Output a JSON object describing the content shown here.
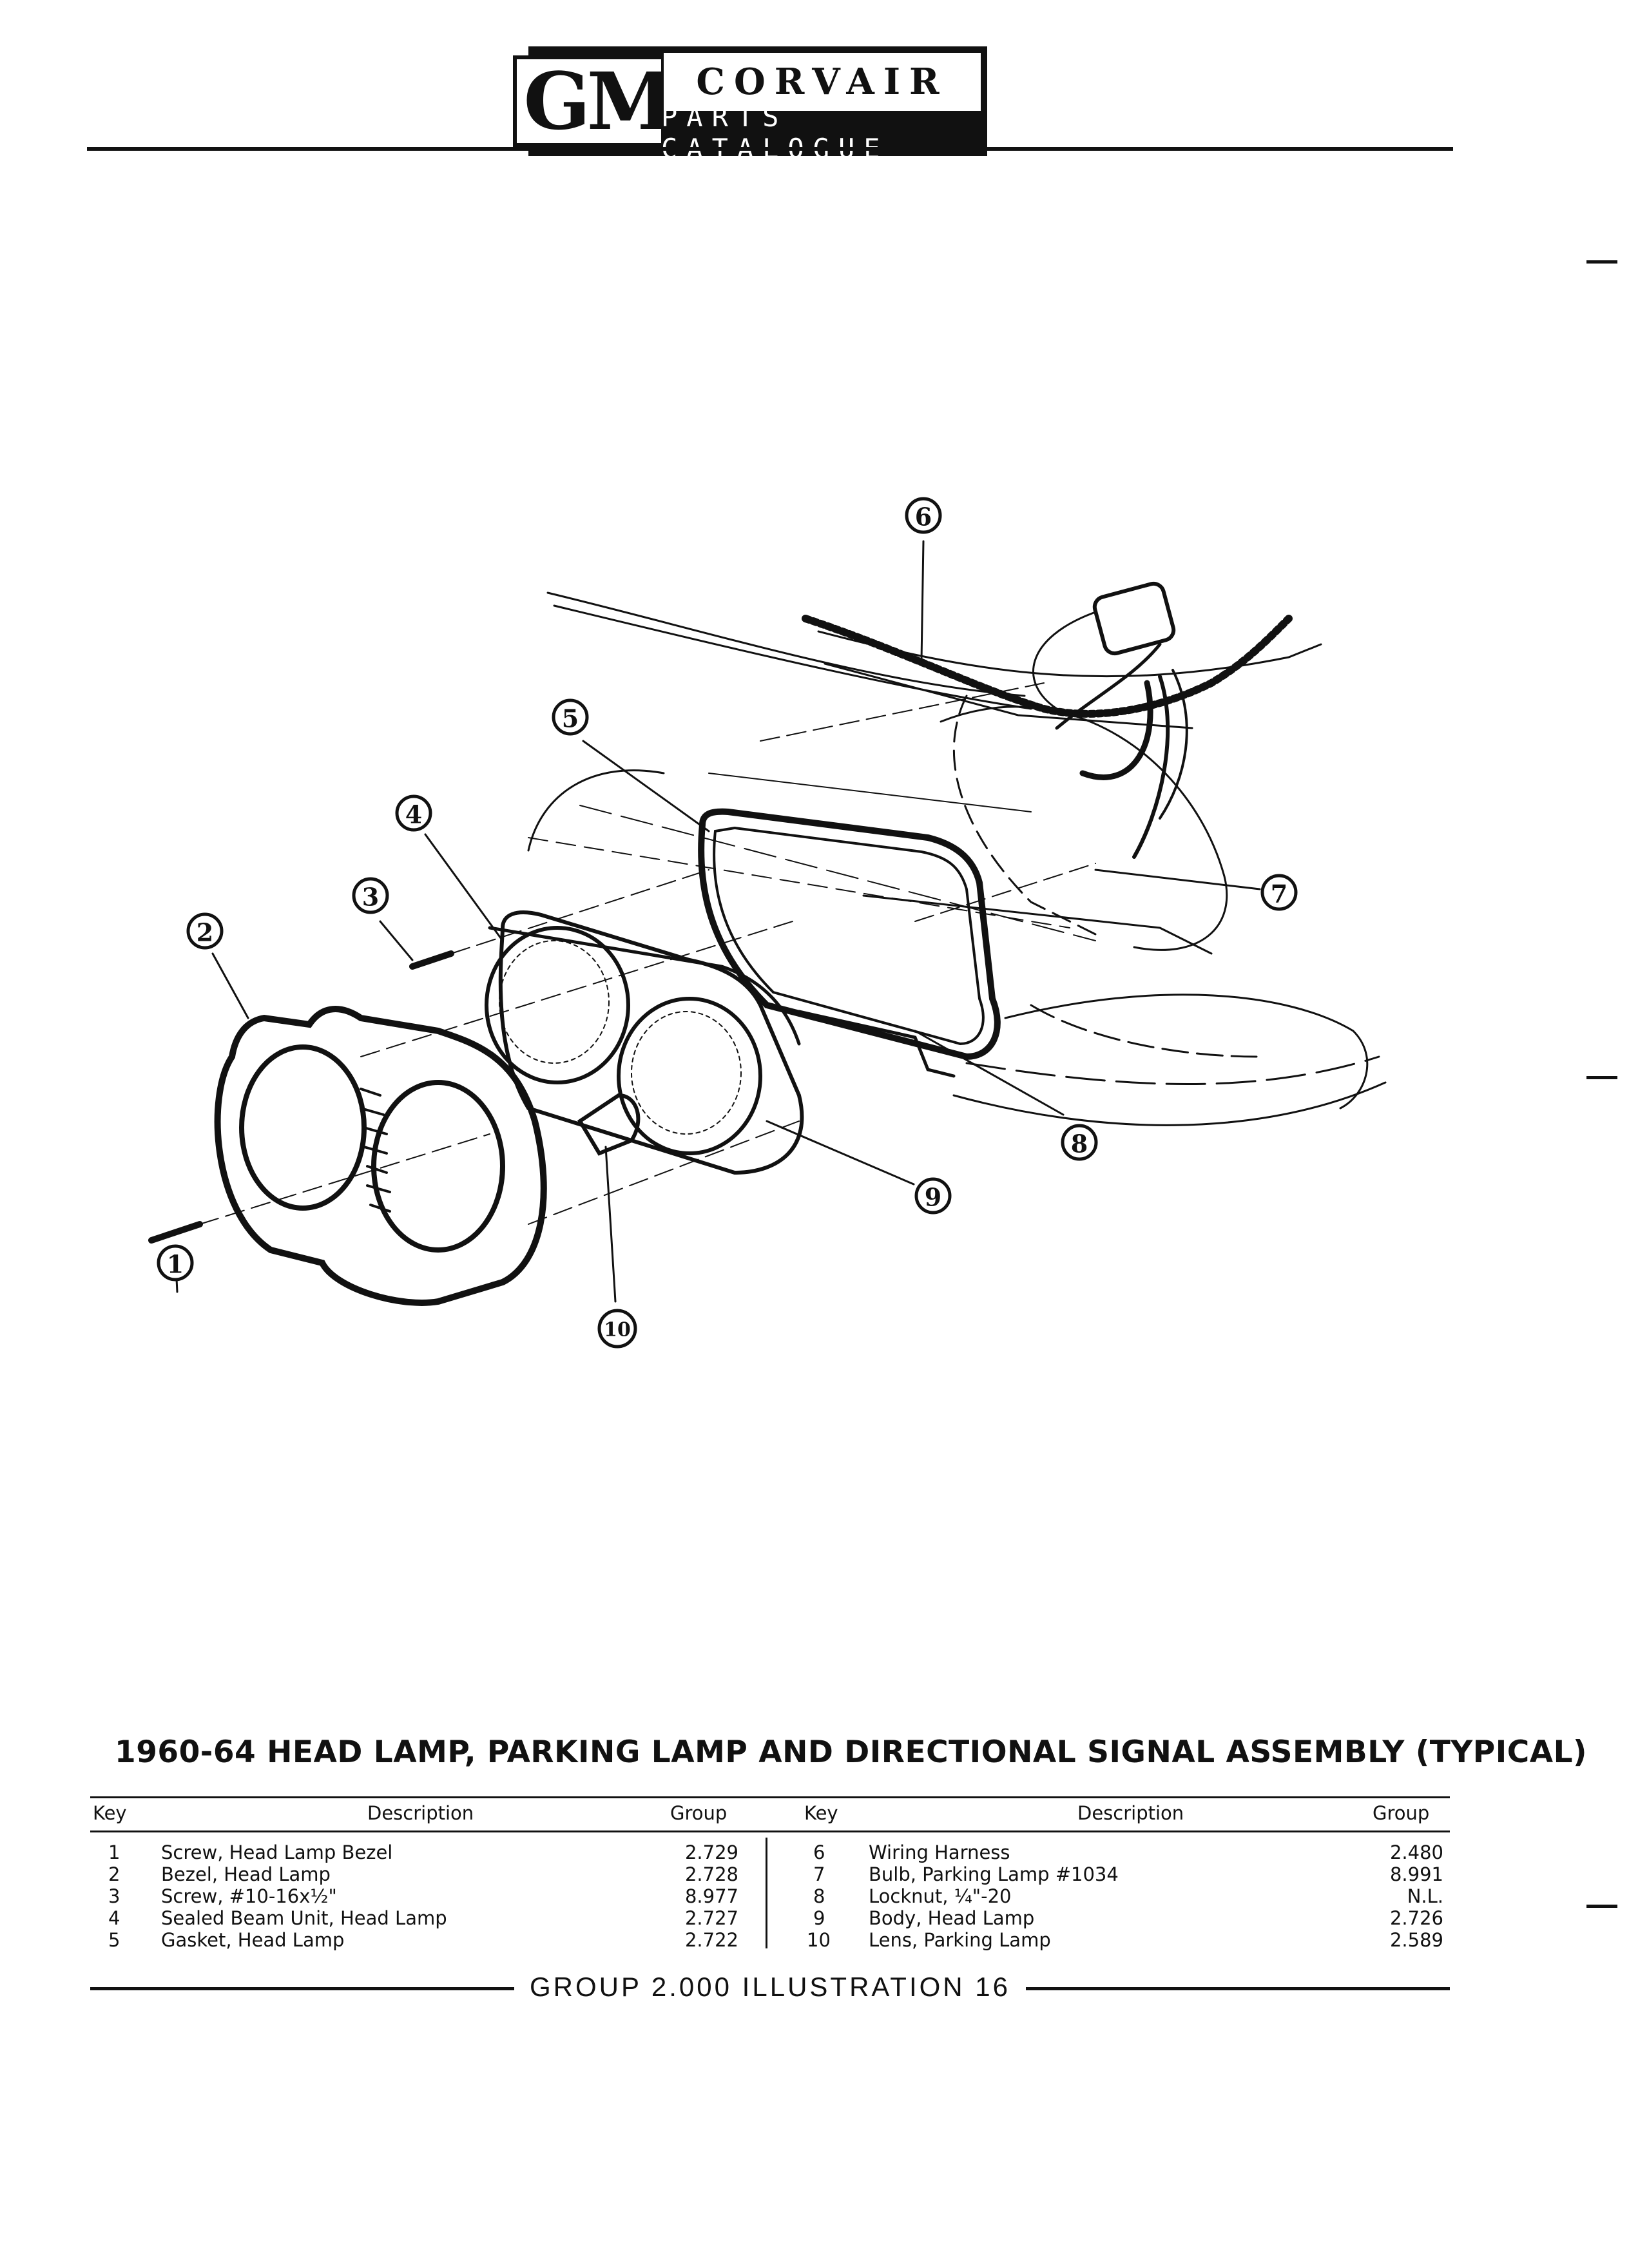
{
  "header": {
    "logo": "GM",
    "brand": "CORVAIR",
    "subtitle": "PARTS CATALOGUE"
  },
  "diagram": {
    "callouts": [
      "1",
      "2",
      "3",
      "4",
      "5",
      "6",
      "7",
      "8",
      "9",
      "10"
    ]
  },
  "title": "1960-64 HEAD LAMP, PARKING LAMP AND DIRECTIONAL SIGNAL ASSEMBLY (TYPICAL)",
  "table": {
    "headers": {
      "key": "Key",
      "description": "Description",
      "group": "Group"
    },
    "left": [
      {
        "key": "1",
        "description": "Screw, Head Lamp Bezel",
        "group": "2.729"
      },
      {
        "key": "2",
        "description": "Bezel, Head Lamp",
        "group": "2.728"
      },
      {
        "key": "3",
        "description": "Screw, #10-16x½\"",
        "group": "8.977"
      },
      {
        "key": "4",
        "description": "Sealed Beam Unit, Head Lamp",
        "group": "2.727"
      },
      {
        "key": "5",
        "description": "Gasket, Head Lamp",
        "group": "2.722"
      }
    ],
    "right": [
      {
        "key": "6",
        "description": "Wiring Harness",
        "group": "2.480"
      },
      {
        "key": "7",
        "description": "Bulb, Parking Lamp #1034",
        "group": "8.991"
      },
      {
        "key": "8",
        "description": "Locknut, ¼\"-20",
        "group": "N.L."
      },
      {
        "key": "9",
        "description": "Body, Head Lamp",
        "group": "2.726"
      },
      {
        "key": "10",
        "description": "Lens, Parking Lamp",
        "group": "2.589"
      }
    ]
  },
  "footer": "GROUP 2.000 ILLUSTRATION 16"
}
